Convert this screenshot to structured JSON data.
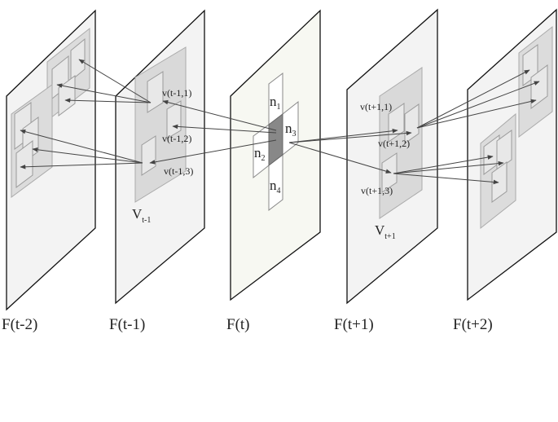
{
  "colors": {
    "frame_fill": "#f3f3f3",
    "frame_center_fill": "#f7f8f2",
    "frame_stroke": "#111111",
    "patch_fill": "#d9d9d9",
    "patch_stroke": "#aaaaaa",
    "block_fill": "#e6e6e6",
    "highlight_fill": "#888888",
    "arrow": "#444444"
  },
  "frames": [
    {
      "id": "f-2",
      "label": "F(t-2)"
    },
    {
      "id": "f-1",
      "label": "F(t-1)"
    },
    {
      "id": "f0",
      "label": "F(t)"
    },
    {
      "id": "f1",
      "label": "F(t+1)"
    },
    {
      "id": "f2",
      "label": "F(t+2)"
    }
  ],
  "neighbors": [
    {
      "main": "n",
      "sub": "1"
    },
    {
      "main": "n",
      "sub": "2"
    },
    {
      "main": "n",
      "sub": "3"
    },
    {
      "main": "n",
      "sub": "4"
    }
  ],
  "volumes": [
    {
      "main": "V",
      "sub": "t-1"
    },
    {
      "main": "V",
      "sub": "t+1"
    }
  ],
  "points": {
    "prev": [
      "v(t-1,1)",
      "v(t-1,2)",
      "v(t-1,3)"
    ],
    "next": [
      "v(t+1,1)",
      "v(t+1,2)",
      "v(t+1,3)"
    ]
  }
}
